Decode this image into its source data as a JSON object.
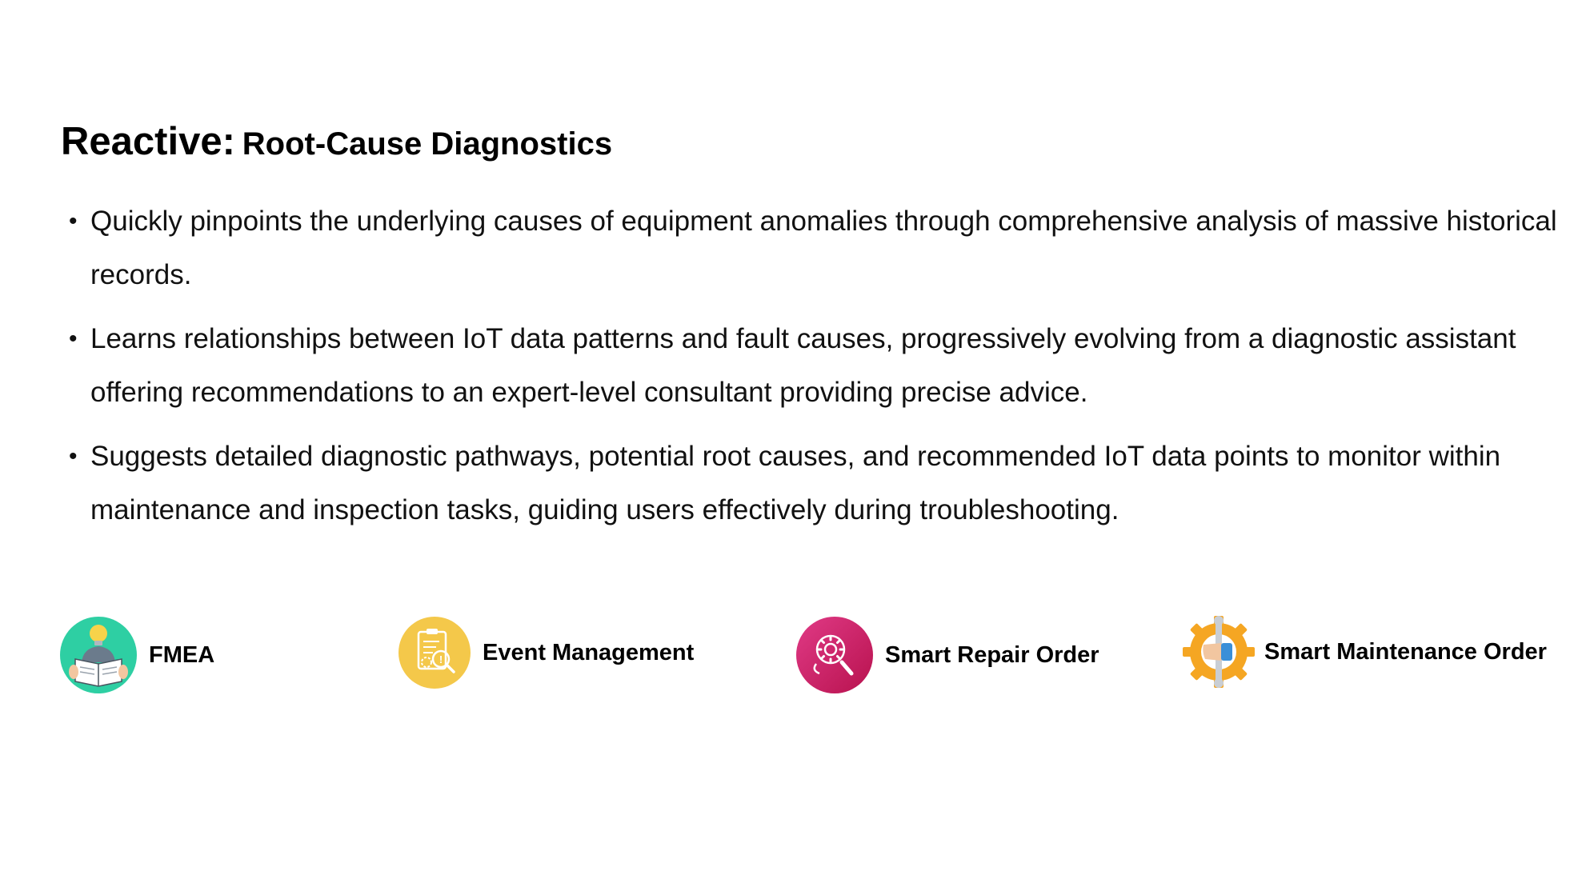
{
  "title": {
    "main": "Reactive:",
    "sub": "Root-Cause Diagnostics"
  },
  "bullets": [
    "Quickly pinpoints the underlying causes of equipment anomalies through comprehensive analysis of massive historical records.",
    "Learns relationships between IoT data patterns and fault causes, progressively evolving from a diagnostic assistant offering recommendations to an expert-level consultant providing precise advice.",
    "Suggests detailed diagnostic pathways, potential root causes, and recommended IoT data points to monitor within maintenance and inspection tasks, guiding users effectively during troubleshooting."
  ],
  "bullet_marker": "•",
  "features": [
    {
      "label": "FMEA",
      "icon": "person-reading-lightbulb-icon",
      "color": "#2ecfa3"
    },
    {
      "label": "Event Management",
      "icon": "clipboard-gear-magnifier-icon",
      "color": "#f4c84a"
    },
    {
      "label": "Smart Repair Order",
      "icon": "gear-magnifier-icon",
      "color": "#d6246e"
    },
    {
      "label": "Smart Maintenance Order",
      "icon": "gear-hand-wrench-icon",
      "color": "#f5a623"
    }
  ]
}
